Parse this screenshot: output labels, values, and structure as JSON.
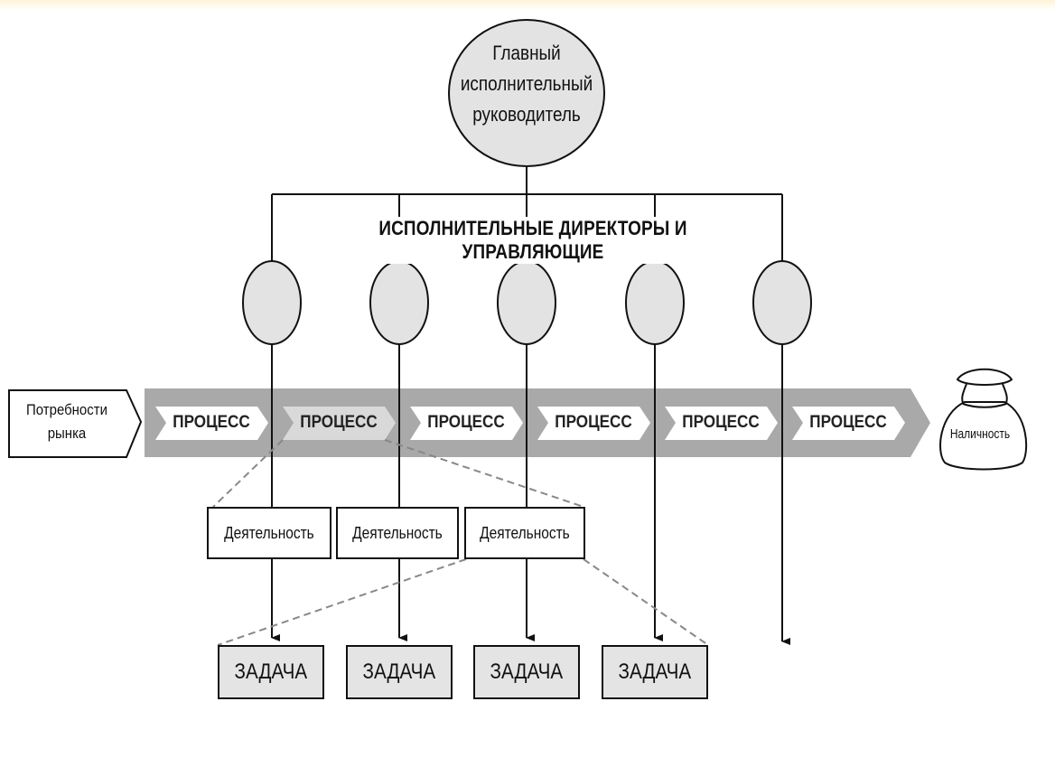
{
  "ceo": {
    "line1": "Главный",
    "line2": "исполнительный",
    "line3": "руководитель"
  },
  "directors_label": "ИСПОЛНИТЕЛЬНЫЕ ДИРЕКТОРЫ И УПРАВЛЯЮЩИЕ",
  "market": {
    "line1": "Потребности",
    "line2": "рынка"
  },
  "processes": [
    "ПРОЦЕСС",
    "ПРОЦЕСС",
    "ПРОЦЕСС",
    "ПРОЦЕСС",
    "ПРОЦЕСС",
    "ПРОЦЕСС"
  ],
  "cash_label": "Наличность",
  "activities": [
    "Деятельность",
    "Деятельность",
    "Деятельность"
  ],
  "tasks": [
    "ЗАДАЧА",
    "ЗАДАЧА",
    "ЗАДАЧА",
    "ЗАДАЧА"
  ],
  "colors": {
    "arrow_band": "#a9a9a9",
    "node_fill": "#e3e3e3",
    "task_fill": "#e4e4e4",
    "line": "#111111"
  }
}
